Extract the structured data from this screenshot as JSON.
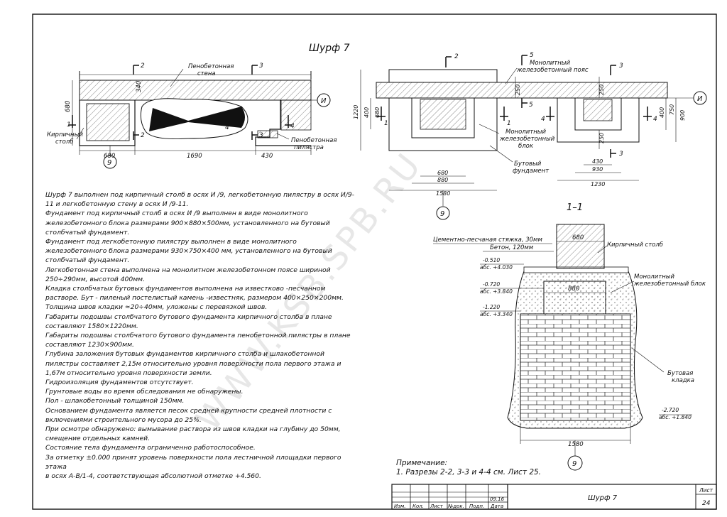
{
  "drawing_title": "Шурф 7",
  "watermark": "WWW.KSB.SPB.RU",
  "plan_labels": {
    "penobeton_wall": "Пенобетонная\nстена",
    "brick_column": "Кирпичный\nстолб",
    "penobeton_pilaster": "Пенобетонная\nпилястра",
    "axis_i": "И",
    "axis_9": "9",
    "dim_340": "340",
    "dim_680_v": "680",
    "dim_680": "680",
    "dim_1690": "1690",
    "dim_430": "430"
  },
  "section_labels": {
    "monolith_belt": "Монолитный\nжелезобетонный пояс",
    "monolith_block": "Монолитный\nжелезобетонный\nблок",
    "rubble_foundation": "Бутовый\nфундамент",
    "dim_1220": "1220",
    "dim_400": "400",
    "dim_680": "680",
    "dim_250a": "250",
    "dim_250b": "250",
    "dim_250c": "250",
    "dim_750": "750",
    "dim_900": "900",
    "dim_400r": "400",
    "dim_880": "880",
    "dim_1580": "1580",
    "dim_430": "430",
    "dim_930": "930",
    "dim_1230": "1230"
  },
  "cut_marks": [
    "1",
    "2",
    "3",
    "4",
    "5"
  ],
  "section_1_1": {
    "title": "1–1",
    "screed": "Цементно-песчаная стяжка, 30мм",
    "concrete": "Бетон, 120мм",
    "brick_column": "Кирпичный столб",
    "monolith_block": "Монолитный\nжелезобетонный блок",
    "rubble_masonry": "Бутовая\nкладка",
    "dim_680": "680",
    "dim_880": "880",
    "dim_1580": "1580",
    "axis_9": "9",
    "elevations": [
      {
        "rel": "-0.510",
        "abs": "абс. +4.030"
      },
      {
        "rel": "-0.720",
        "abs": "абс. +3.840"
      },
      {
        "rel": "-1.220",
        "abs": "абс. +3.340"
      },
      {
        "rel": "-2.720",
        "abs": "абс. +1.840"
      }
    ]
  },
  "notes": [
    "Шурф 7 выполнен под кирпичный столб в осях И /9, легкобетонную пилястру в осях И/9-11 и легкобетонную стену в осях И /9-11.",
    "Фундамент под кирпичный столб в осях И /9 выполнен в виде монолитного железобетонного блока размерами 900×880×500мм, установленного на бутовый столбчатый фундамент.",
    "Фундамент под легкобетонную пилястру выполнен в виде монолитного железобетонного блока размерами 930×750×400 мм, установленного на бутовый столбчатый фундамент.",
    "Легкобетонная стена выполнена на монолитном железобетонном поясе шириной 250÷290мм, высотой 400мм.",
    "Кладка столбчатых бутовых фундаментов выполнена на известково -песчанном растворе. Бут - пиленый постелистый камень -известняк, размером 400×250×200мм. Толщина швов кладки ≈20÷40мм, уложены с перевязкой швов.",
    "Габариты подошвы столбчатого бутового фундамента кирпичного столба в плане составляют 1580×1220мм.",
    "Габариты подошвы столбчатого бутового фундамента пенобетонной пилястры в плане составляют 1230×900мм.",
    "Глубина заложения бутовых фундаментов кирпичного столба и шлакобетонной пилястры составляет 2,15м относительно уровня поверхности пола первого этажа и 1,67м относительно уровня поверхности земли.",
    "Гидроизоляция фундаментов отсутствует.",
    "Грунтовые воды во время обследования не обнаружены.",
    "Пол - шлакобетонный толщиной 150мм.",
    "Основанием фундамента является песок средней крупности средней плотности с включениями строительного мусора до 25%.",
    "При осмотре обнаружено: вымывание раствора из швов кладки на глубину до 50мм, смещение отдельных камней.",
    "Состояние тела фундамента ограниченно работоспособное.",
    "За отметку ±0.000 принят уровень поверхности пола лестничной площадки первого этажа",
    "в осях А-В/1-4, соответствующая абсолютной отметке +4.560."
  ],
  "footnote": {
    "heading": "Примечание:",
    "text": "1. Разрезы 2-2, 3-3 и 4-4 см. Лист 25."
  },
  "title_block": {
    "date": "09.16",
    "headers": [
      "Изм.",
      "Кол.",
      "Лист",
      "№док.",
      "Подп.",
      "Дата"
    ],
    "title": "Шурф 7",
    "sheet_label": "Лист",
    "sheet_number": "24"
  }
}
